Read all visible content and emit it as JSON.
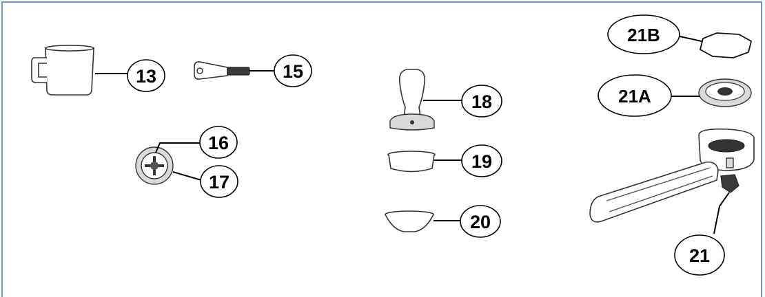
{
  "diagram": {
    "callouts": [
      {
        "id": "13",
        "label": "13"
      },
      {
        "id": "15",
        "label": "15"
      },
      {
        "id": "16",
        "label": "16"
      },
      {
        "id": "17",
        "label": "17"
      },
      {
        "id": "18",
        "label": "18"
      },
      {
        "id": "19",
        "label": "19"
      },
      {
        "id": "20",
        "label": "20"
      },
      {
        "id": "21B",
        "label": "21B"
      },
      {
        "id": "21A",
        "label": "21A"
      },
      {
        "id": "21",
        "label": "21"
      }
    ],
    "colors": {
      "frame_border": "#6f93c6",
      "outline": "#000000",
      "background": "#ffffff"
    }
  }
}
